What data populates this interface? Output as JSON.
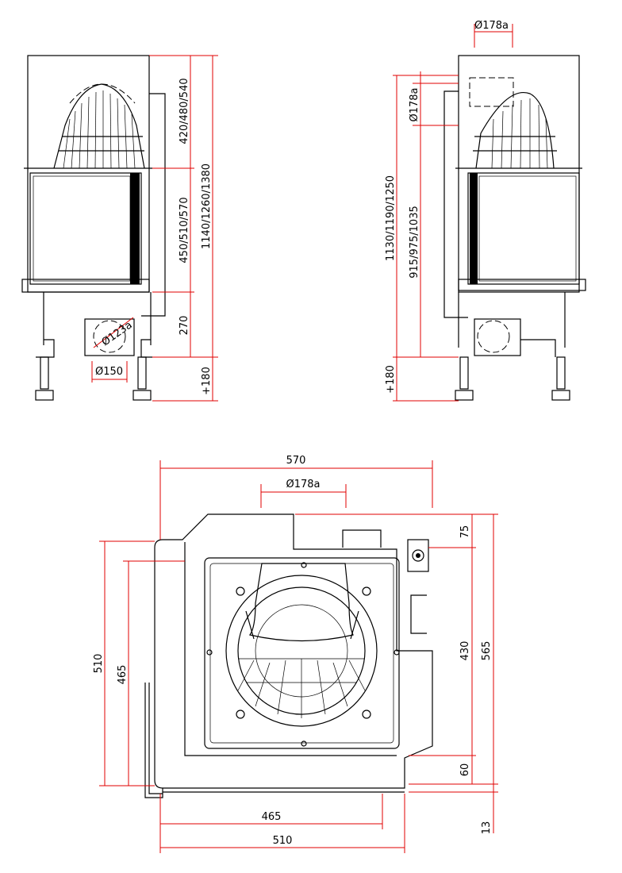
{
  "front_view": {
    "dims": {
      "upper_height": "420/480/540",
      "door_height": "450/510/570",
      "base_height": "270",
      "total_height": "1140/1260/1380",
      "leg_extension": "+180",
      "outlet_diameter": "Ø123a",
      "inlet_diameter": "Ø150"
    }
  },
  "side_view": {
    "dims": {
      "flue_top": "Ø178a",
      "flue_side": "Ø178a",
      "total_height": "1130/1190/1250",
      "flue_height": "915/975/1035",
      "leg_extension": "+180"
    }
  },
  "plan_view": {
    "dims": {
      "width_top": "570",
      "flue_diameter": "Ø178a",
      "offset_75": "75",
      "depth_430": "430",
      "depth_565": "565",
      "offset_60": "60",
      "offset_13": "13",
      "left_510": "510",
      "left_465": "465",
      "bottom_465": "465",
      "bottom_510": "510"
    }
  }
}
